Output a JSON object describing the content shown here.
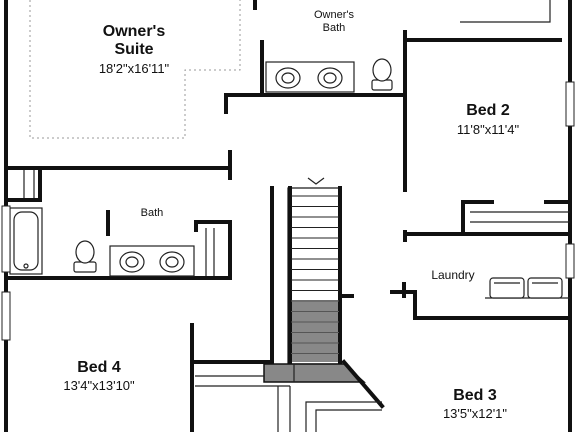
{
  "rooms": {
    "owners_suite": {
      "name_line1": "Owner's",
      "name_line2": "Suite",
      "dims": "18'2\"x16'11\""
    },
    "owners_bath": {
      "name_line1": "Owner's",
      "name_line2": "Bath"
    },
    "bed2": {
      "name": "Bed 2",
      "dims": "11'8\"x11'4\""
    },
    "bath": {
      "name": "Bath"
    },
    "laundry": {
      "name": "Laundry"
    },
    "bed4": {
      "name": "Bed 4",
      "dims": "13'4\"x13'10\""
    },
    "bed3": {
      "name": "Bed 3",
      "dims": "13'5\"x12'1\""
    }
  },
  "colors": {
    "wall": "#111111",
    "dashed_outline": "#9a9a9a",
    "landing": "#888888"
  }
}
